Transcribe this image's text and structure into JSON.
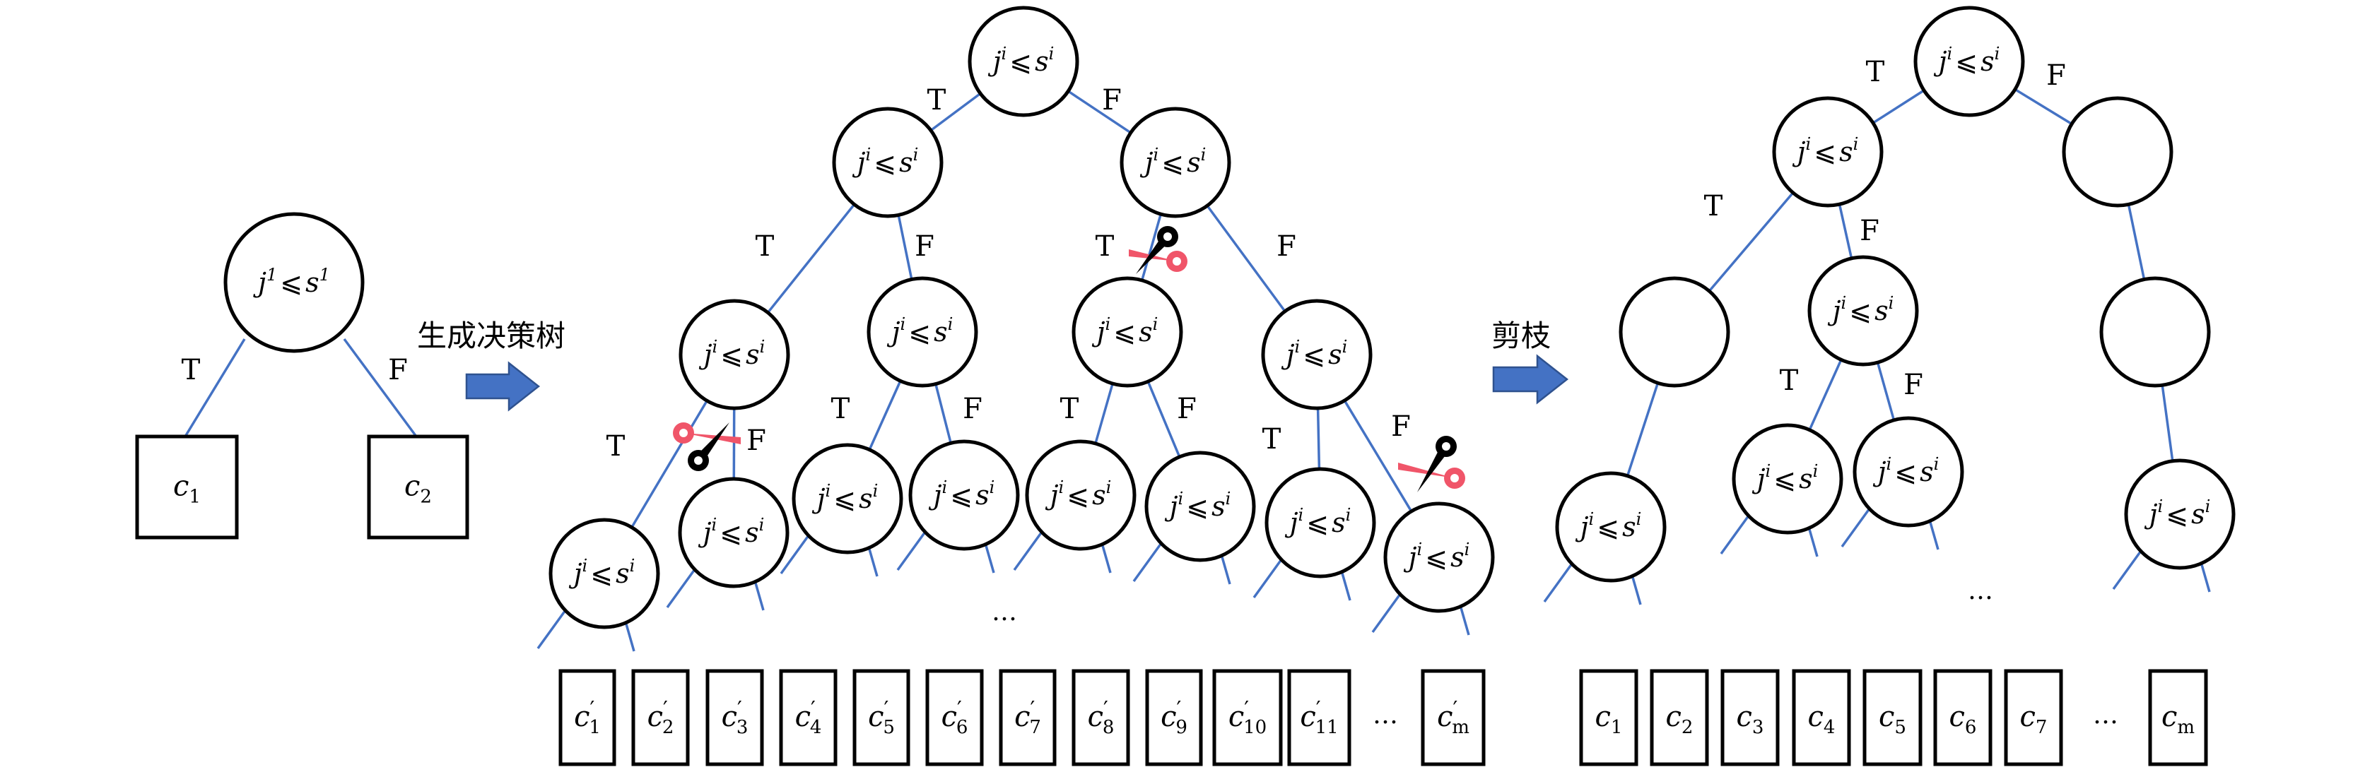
{
  "figure": {
    "stage1": {
      "root_condition": {
        "var": "j",
        "var_sup": "1",
        "relation": "⩽",
        "thr": "s",
        "thr_sup": "1"
      },
      "edge_labels": {
        "true": "T",
        "false": "F"
      },
      "leaves": [
        {
          "base": "c",
          "sub": "1",
          "prime": ""
        },
        {
          "base": "c",
          "sub": "2",
          "prime": ""
        }
      ]
    },
    "arrow1_label": "生成决策树",
    "stage2": {
      "node_condition": {
        "var": "j",
        "var_sup": "i",
        "relation": "⩽",
        "thr": "s",
        "thr_sup": "i"
      },
      "edge_labels": {
        "true": "T",
        "false": "F"
      },
      "ellipsis": "…",
      "leaves": [
        {
          "base": "c",
          "sub": "1",
          "prime": "′"
        },
        {
          "base": "c",
          "sub": "2",
          "prime": "′"
        },
        {
          "base": "c",
          "sub": "3",
          "prime": "′"
        },
        {
          "base": "c",
          "sub": "4",
          "prime": "′"
        },
        {
          "base": "c",
          "sub": "5",
          "prime": "′"
        },
        {
          "base": "c",
          "sub": "6",
          "prime": "′"
        },
        {
          "base": "c",
          "sub": "7",
          "prime": "′"
        },
        {
          "base": "c",
          "sub": "8",
          "prime": "′"
        },
        {
          "base": "c",
          "sub": "9",
          "prime": "′"
        },
        {
          "base": "c",
          "sub": "10",
          "prime": "′"
        },
        {
          "base": "c",
          "sub": "11",
          "prime": "′"
        },
        {
          "base": "c",
          "sub": "m",
          "prime": "′"
        }
      ],
      "leaf_ellipsis": "…",
      "scissors_count": 3
    },
    "arrow2_label": "剪枝",
    "stage3": {
      "node_condition": {
        "var": "j",
        "var_sup": "i",
        "relation": "⩽",
        "thr": "s",
        "thr_sup": "i"
      },
      "edge_labels": {
        "true": "T",
        "false": "F"
      },
      "ellipsis": "…",
      "leaves": [
        {
          "base": "c",
          "sub": "1",
          "prime": ""
        },
        {
          "base": "c",
          "sub": "2",
          "prime": ""
        },
        {
          "base": "c",
          "sub": "3",
          "prime": ""
        },
        {
          "base": "c",
          "sub": "4",
          "prime": ""
        },
        {
          "base": "c",
          "sub": "5",
          "prime": ""
        },
        {
          "base": "c",
          "sub": "6",
          "prime": ""
        },
        {
          "base": "c",
          "sub": "7",
          "prime": ""
        },
        {
          "base": "c",
          "sub": "m",
          "prime": ""
        }
      ],
      "leaf_ellipsis": "…"
    },
    "colors": {
      "edge": "#4472c4",
      "arrow_fill": "#4472c4",
      "arrow_stroke": "#2f528f",
      "scissors_red": "#f05569",
      "scissors_black": "#000000"
    }
  }
}
